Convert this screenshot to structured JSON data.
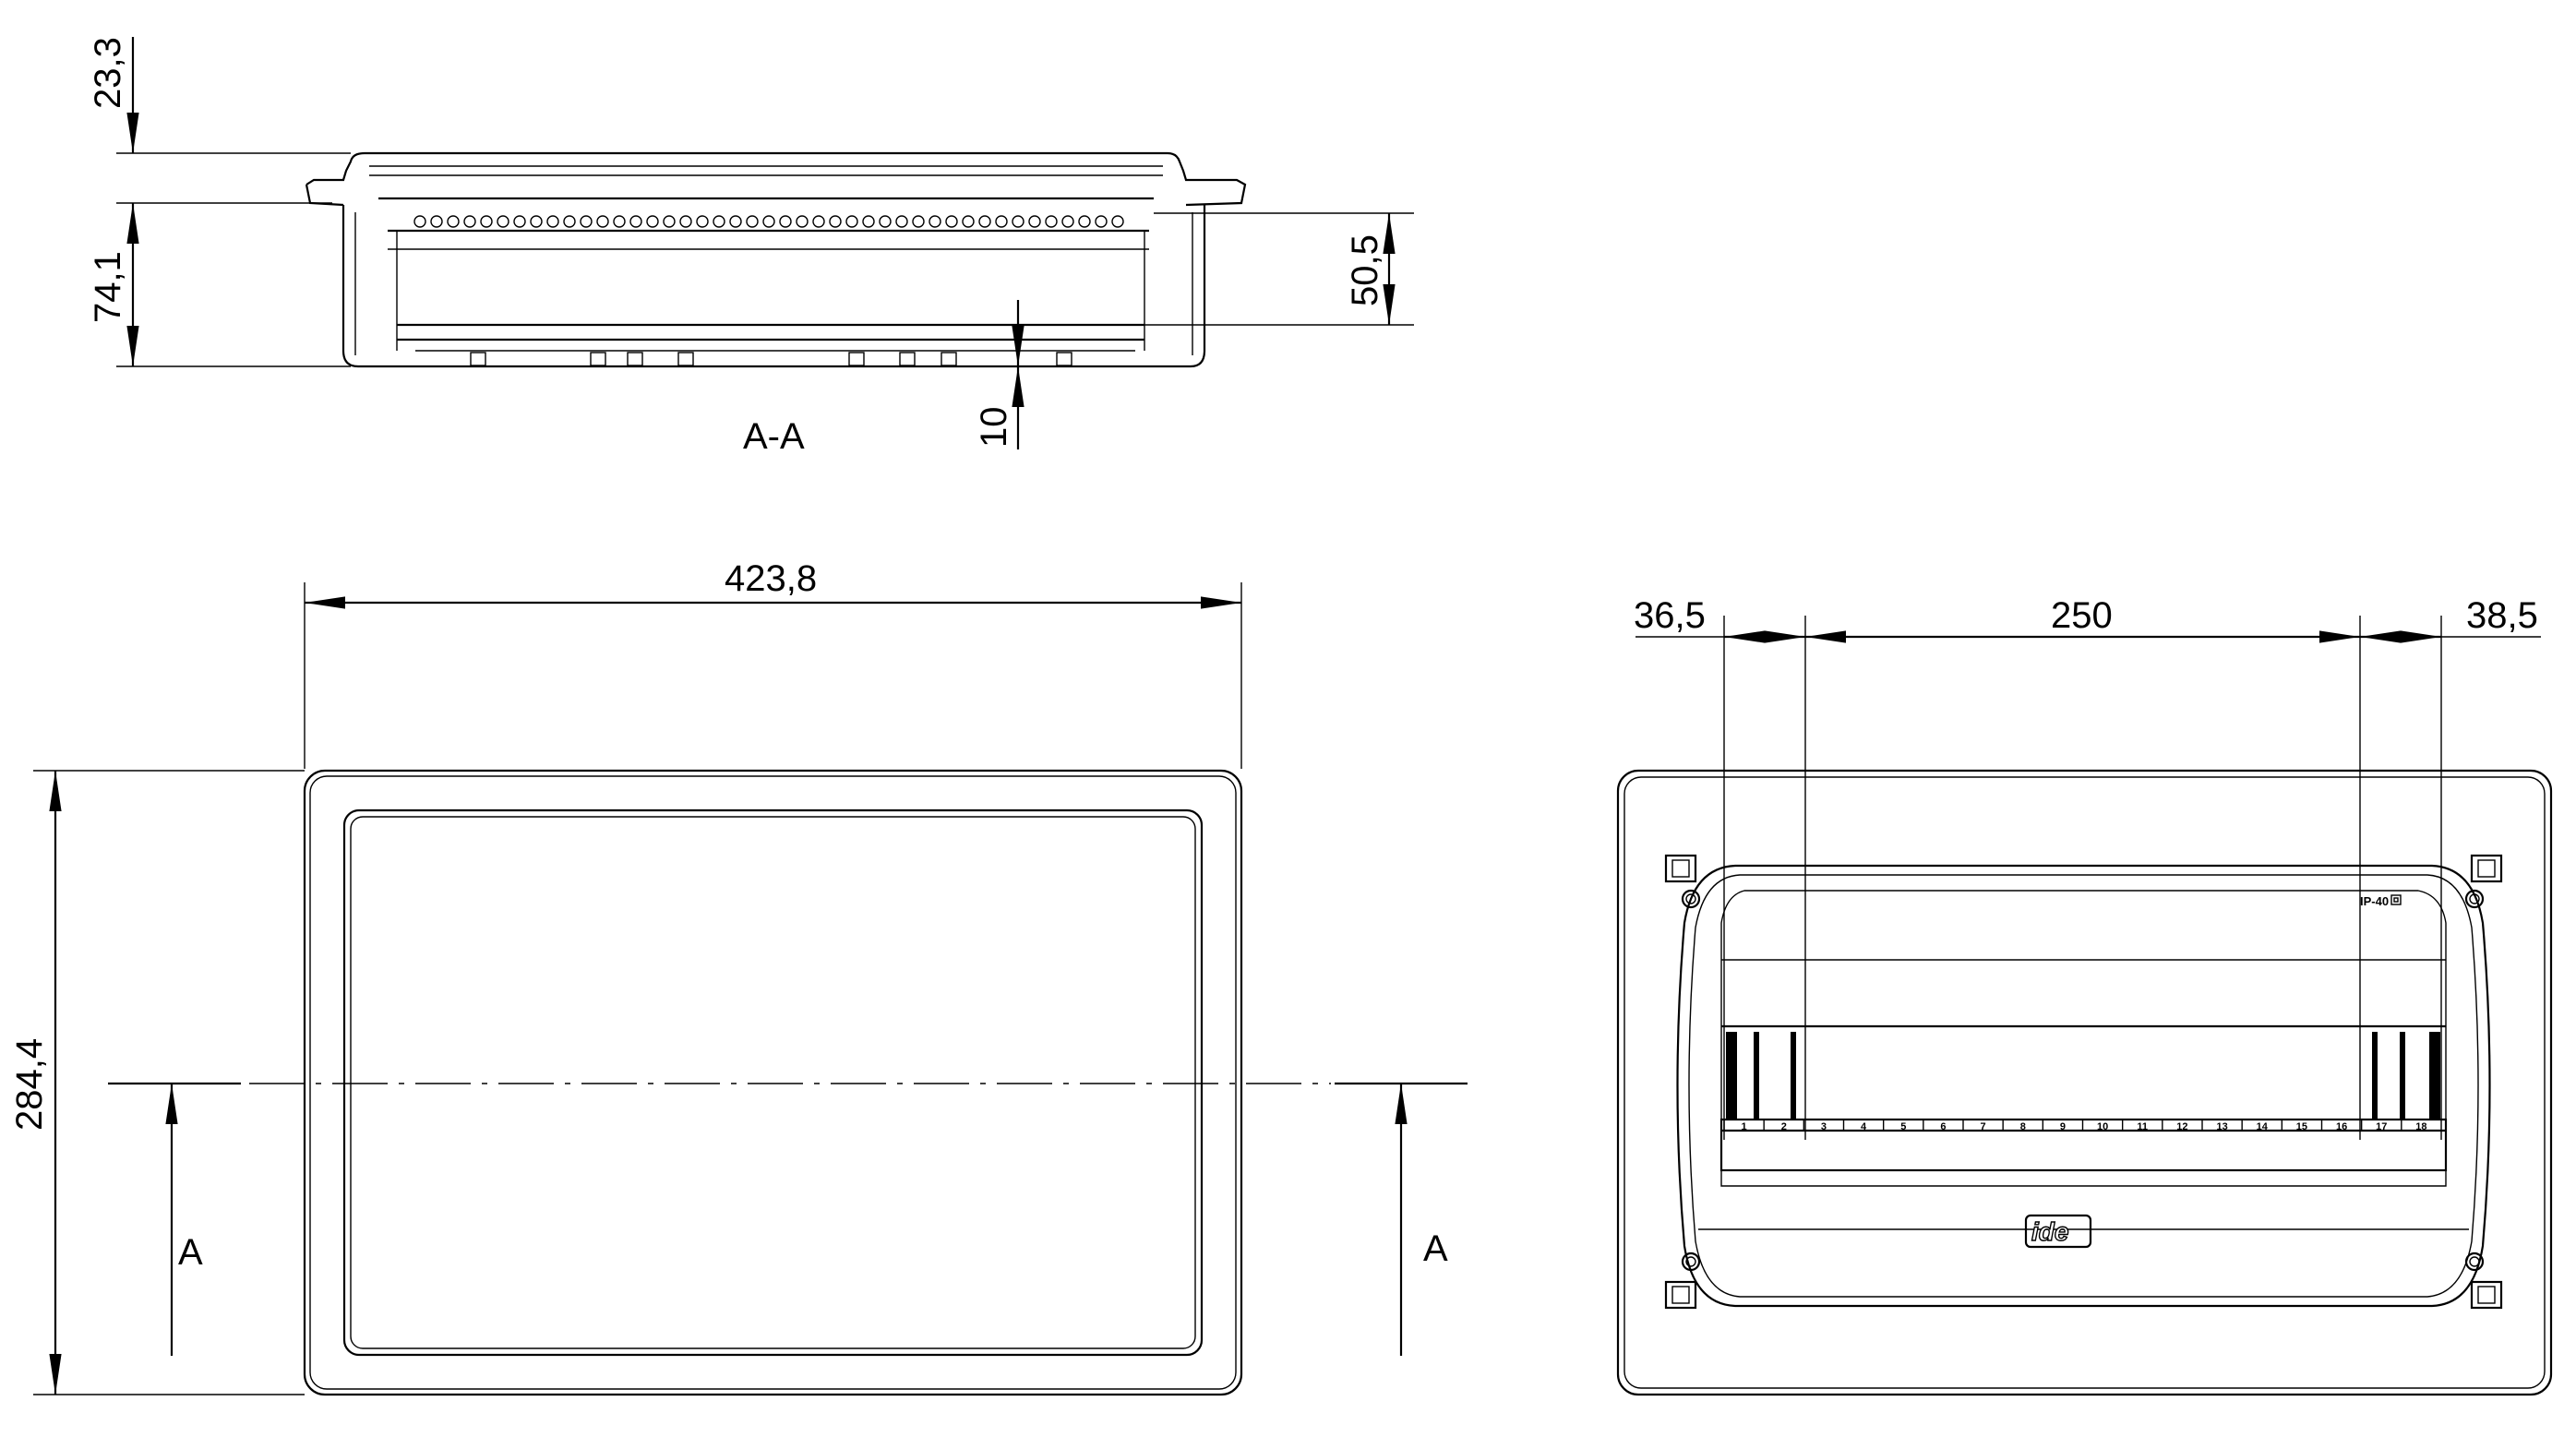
{
  "section_view": {
    "title": "A-A",
    "dims": {
      "top_frame": "23,3",
      "depth": "74,1",
      "inner_depth": "50,5",
      "rail_offset": "10"
    }
  },
  "front_view": {
    "dims": {
      "width": "423,8",
      "height": "284,4"
    },
    "section_marks": [
      "A",
      "A"
    ]
  },
  "cover_view": {
    "dims": {
      "left_margin": "36,5",
      "module_span": "250",
      "right_margin": "38,5"
    },
    "ip_rating": "IP-40",
    "logo": "ide",
    "modules": [
      "1",
      "2",
      "3",
      "4",
      "5",
      "6",
      "7",
      "8",
      "9",
      "10",
      "11",
      "12",
      "13",
      "14",
      "15",
      "16",
      "17",
      "18"
    ]
  }
}
